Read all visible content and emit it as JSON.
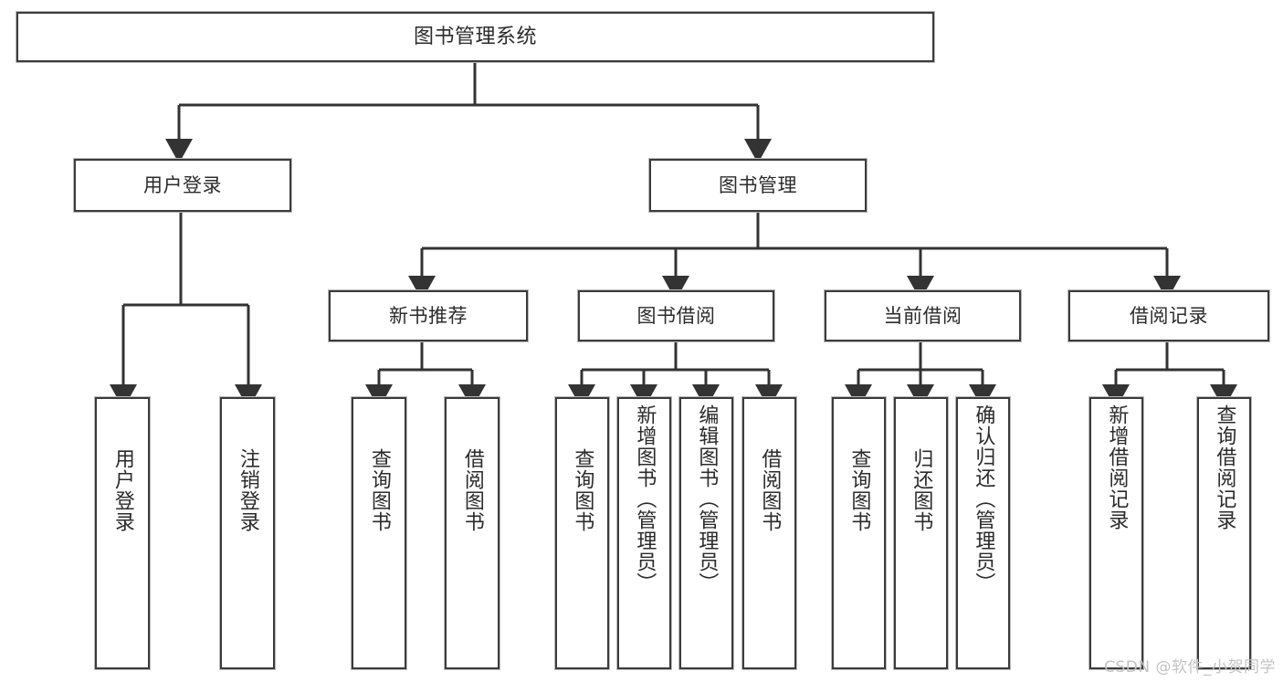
{
  "diagram": {
    "title": "图书管理系统",
    "type": "tree",
    "root": {
      "label": "图书管理系统"
    },
    "level2": [
      {
        "label": "用户登录"
      },
      {
        "label": "图书管理"
      }
    ],
    "level3": [
      {
        "label": "新书推荐",
        "parent": "图书管理"
      },
      {
        "label": "图书借阅",
        "parent": "图书管理"
      },
      {
        "label": "当前借阅",
        "parent": "图书管理"
      },
      {
        "label": "借阅记录",
        "parent": "图书管理"
      }
    ],
    "leaves": {
      "user_login": [
        {
          "label": "用户登录"
        },
        {
          "label": "注销登录"
        }
      ],
      "new_book_recommend": [
        {
          "label": "查询图书"
        },
        {
          "label": "借阅图书"
        }
      ],
      "book_borrow": [
        {
          "label": "查询图书"
        },
        {
          "label": "新增图书（管理员）"
        },
        {
          "label": "编辑图书（管理员）"
        },
        {
          "label": "借阅图书"
        }
      ],
      "current_borrow": [
        {
          "label": "查询图书"
        },
        {
          "label": "归还图书"
        },
        {
          "label": "确认归还（管理员）"
        }
      ],
      "borrow_record": [
        {
          "label": "新增借阅记录"
        },
        {
          "label": "查询借阅记录"
        }
      ]
    }
  },
  "watermark": {
    "text": "CSDN @软件_小贺同学"
  },
  "colors": {
    "box_border": "#3b3b3b",
    "box_fill": "#ffffff",
    "connector": "#333333",
    "text": "#2b2b2b",
    "watermark": "#c3c3c3"
  }
}
